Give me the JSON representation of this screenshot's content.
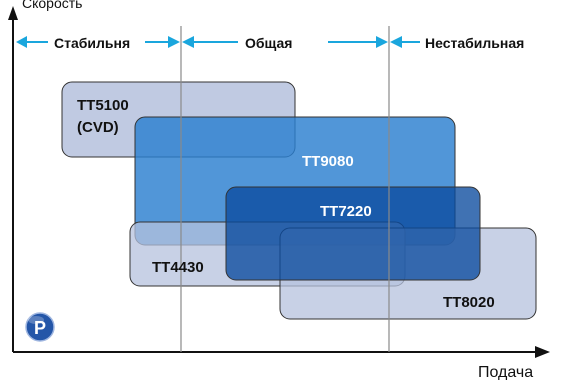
{
  "axes": {
    "y_label": "Скорость",
    "x_label": "Подача"
  },
  "zones": [
    {
      "label": "Стабильня"
    },
    {
      "label": "Общая"
    },
    {
      "label": "Нестабильная"
    }
  ],
  "grades": {
    "tt5100": {
      "line1": "TT5100",
      "line2": "(CVD)",
      "color": "#b5c1dd"
    },
    "tt9080": {
      "label": "TT9080",
      "color": "#2b7fd0"
    },
    "tt7220": {
      "label": "TT7220",
      "color": "#0a4a9e"
    },
    "tt4430": {
      "label": "TT4430",
      "color": "#b5c1dd"
    },
    "tt8020": {
      "label": "TT8020",
      "color": "#b5c1dd"
    }
  },
  "colors": {
    "arrow_accent": "#1aa6dd",
    "axis": "#111111",
    "divider": "#8a8a8a",
    "logo": "#2456a8"
  },
  "logo_icon": "p-logo-icon"
}
